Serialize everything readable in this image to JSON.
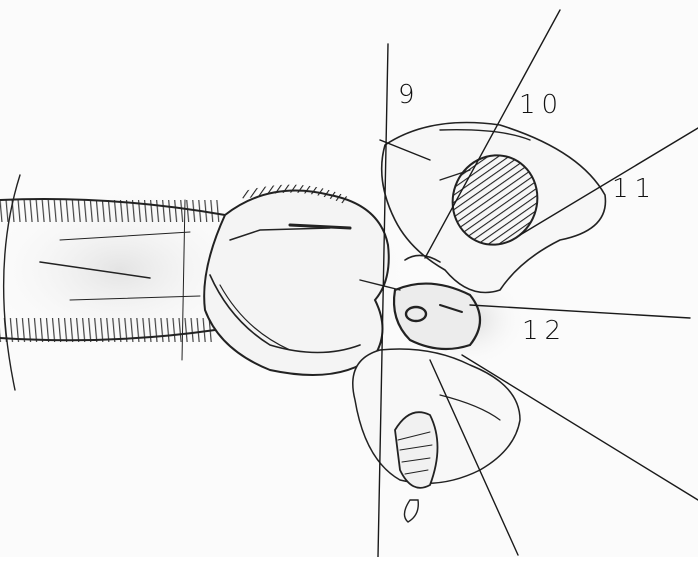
{
  "callouts": {
    "label_9": "9",
    "label_10": "10",
    "label_11": "11",
    "label_12": "12"
  },
  "colors": {
    "paper": "#fbfbfb",
    "ink": "#1a1a1a",
    "shade": "#d9d9d9"
  }
}
